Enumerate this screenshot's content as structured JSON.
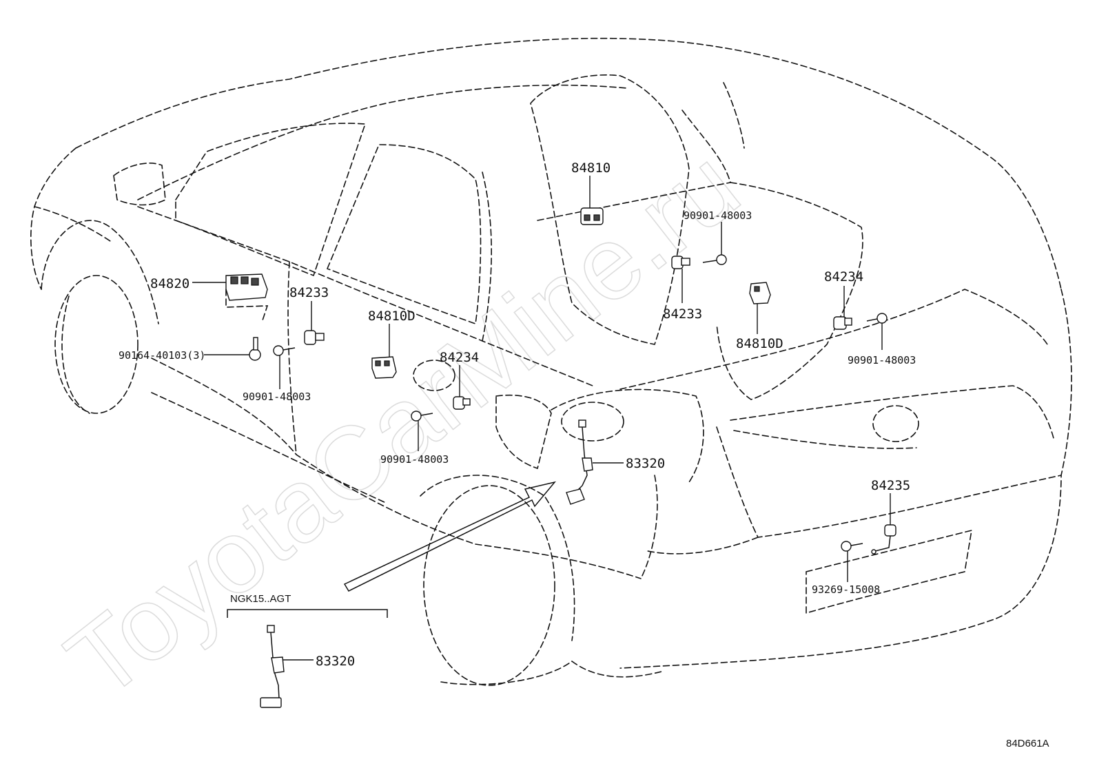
{
  "watermark": "ToyotaCarMine.ru",
  "diagram_code": "84D661A",
  "variant_note": "NGK15..AGT",
  "labels": {
    "p84810_roof": "84810",
    "p90901_upper": "90901-48003",
    "p84820": "84820",
    "p84233_left": "84233",
    "p84233_right": "84233",
    "p84234_right": "84234",
    "p84810D_center": "84810D",
    "p84810D_right": "84810D",
    "p90164": "90164-40103(3)",
    "p84234_center": "84234",
    "p90901_right": "90901-48003",
    "p90901_left": "90901-48003",
    "p90901_center": "90901-48003",
    "p83320_main": "83320",
    "p84235": "84235",
    "p93269": "93269-15008",
    "p83320_inset": "83320"
  }
}
